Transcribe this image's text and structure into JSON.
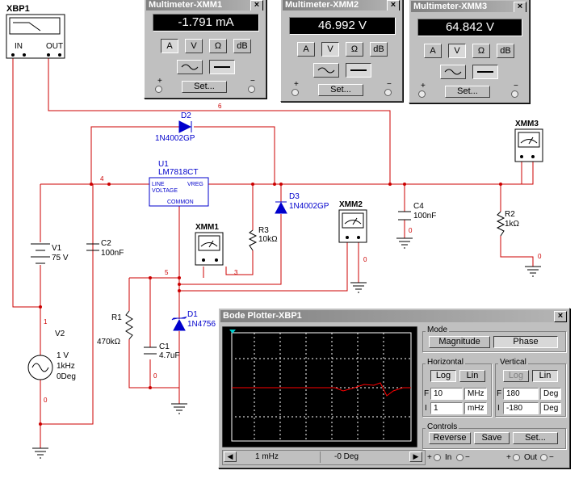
{
  "schematic": {
    "xbp1": {
      "name": "XBP1",
      "in_label": "IN",
      "out_label": "OUT"
    },
    "d2": {
      "ref": "D2",
      "part": "1N4002GP"
    },
    "u1": {
      "ref": "U1",
      "part": "LM7818CT",
      "line_label": "LINE",
      "voltage_label": "VOLTAGE",
      "vreg_label": "VREG",
      "common_label": "COMMON"
    },
    "d3": {
      "ref": "D3",
      "part": "1N4002GP"
    },
    "r3": {
      "ref": "R3",
      "value": "10kΩ"
    },
    "xmm1": {
      "name": "XMM1"
    },
    "xmm2": {
      "name": "XMM2"
    },
    "xmm3": {
      "name": "XMM3"
    },
    "c4": {
      "ref": "C4",
      "value": "100nF"
    },
    "r2": {
      "ref": "R2",
      "value": "1kΩ"
    },
    "v1": {
      "ref": "V1",
      "value": "75 V"
    },
    "c2": {
      "ref": "C2",
      "value": "100nF"
    },
    "v2": {
      "ref": "V2",
      "amp": "1 V",
      "freq": "1kHz",
      "phase": "0Deg"
    },
    "r1": {
      "ref": "R1",
      "value": "470kΩ"
    },
    "c1": {
      "ref": "C1",
      "value": "4.7uF"
    },
    "d1": {
      "ref": "D1",
      "part": "1N4756"
    },
    "nodes": {
      "n6": "6",
      "n4": "4",
      "n5": "5",
      "n3": "3",
      "n1": "1",
      "n0a": "0",
      "n0b": "0",
      "n0c": "0",
      "n0d": "0",
      "n0e": "0"
    }
  },
  "multimeters": [
    {
      "title": "Multimeter-XMM1",
      "reading": "-1.791 mA",
      "mode_a": "A",
      "mode_v": "V",
      "mode_ohm": "Ω",
      "mode_db": "dB",
      "active": "A",
      "set_label": "Set...",
      "plus": "+",
      "minus": "−"
    },
    {
      "title": "Multimeter-XMM2",
      "reading": "46.992 V",
      "mode_a": "A",
      "mode_v": "V",
      "mode_ohm": "Ω",
      "mode_db": "dB",
      "active": "V",
      "set_label": "Set...",
      "plus": "+",
      "minus": "−"
    },
    {
      "title": "Multimeter-XMM3",
      "reading": "64.842 V",
      "mode_a": "A",
      "mode_v": "V",
      "mode_ohm": "Ω",
      "mode_db": "dB",
      "active": "V",
      "set_label": "Set...",
      "plus": "+",
      "minus": "−"
    }
  ],
  "bode": {
    "title": "Bode Plotter-XBP1",
    "close": "×",
    "mode_label": "Mode",
    "magnitude": "Magnitude",
    "phase": "Phase",
    "horizontal_label": "Horizontal",
    "vertical_label": "Vertical",
    "log": "Log",
    "lin": "Lin",
    "h_final_letter": "F",
    "h_final_value": "10",
    "h_final_unit": "MHz",
    "h_init_letter": "I",
    "h_init_value": "1",
    "h_init_unit": "mHz",
    "v_final_letter": "F",
    "v_final_value": "180",
    "v_final_unit": "Deg",
    "v_init_letter": "I",
    "v_init_value": "-180",
    "v_init_unit": "Deg",
    "controls_label": "Controls",
    "reverse": "Reverse",
    "save": "Save",
    "set": "Set...",
    "cursor_freq": "1 mHz",
    "cursor_value": "-0 Deg",
    "in_label": "In",
    "out_label": "Out",
    "plus": "+",
    "minus": "−",
    "left_arrow": "◀",
    "right_arrow": "▶"
  },
  "colors": {
    "wire": "#cc0000",
    "component": "#0000cc",
    "screen": "#000000",
    "grid": "#ffffff",
    "trace": "#ff0000"
  }
}
